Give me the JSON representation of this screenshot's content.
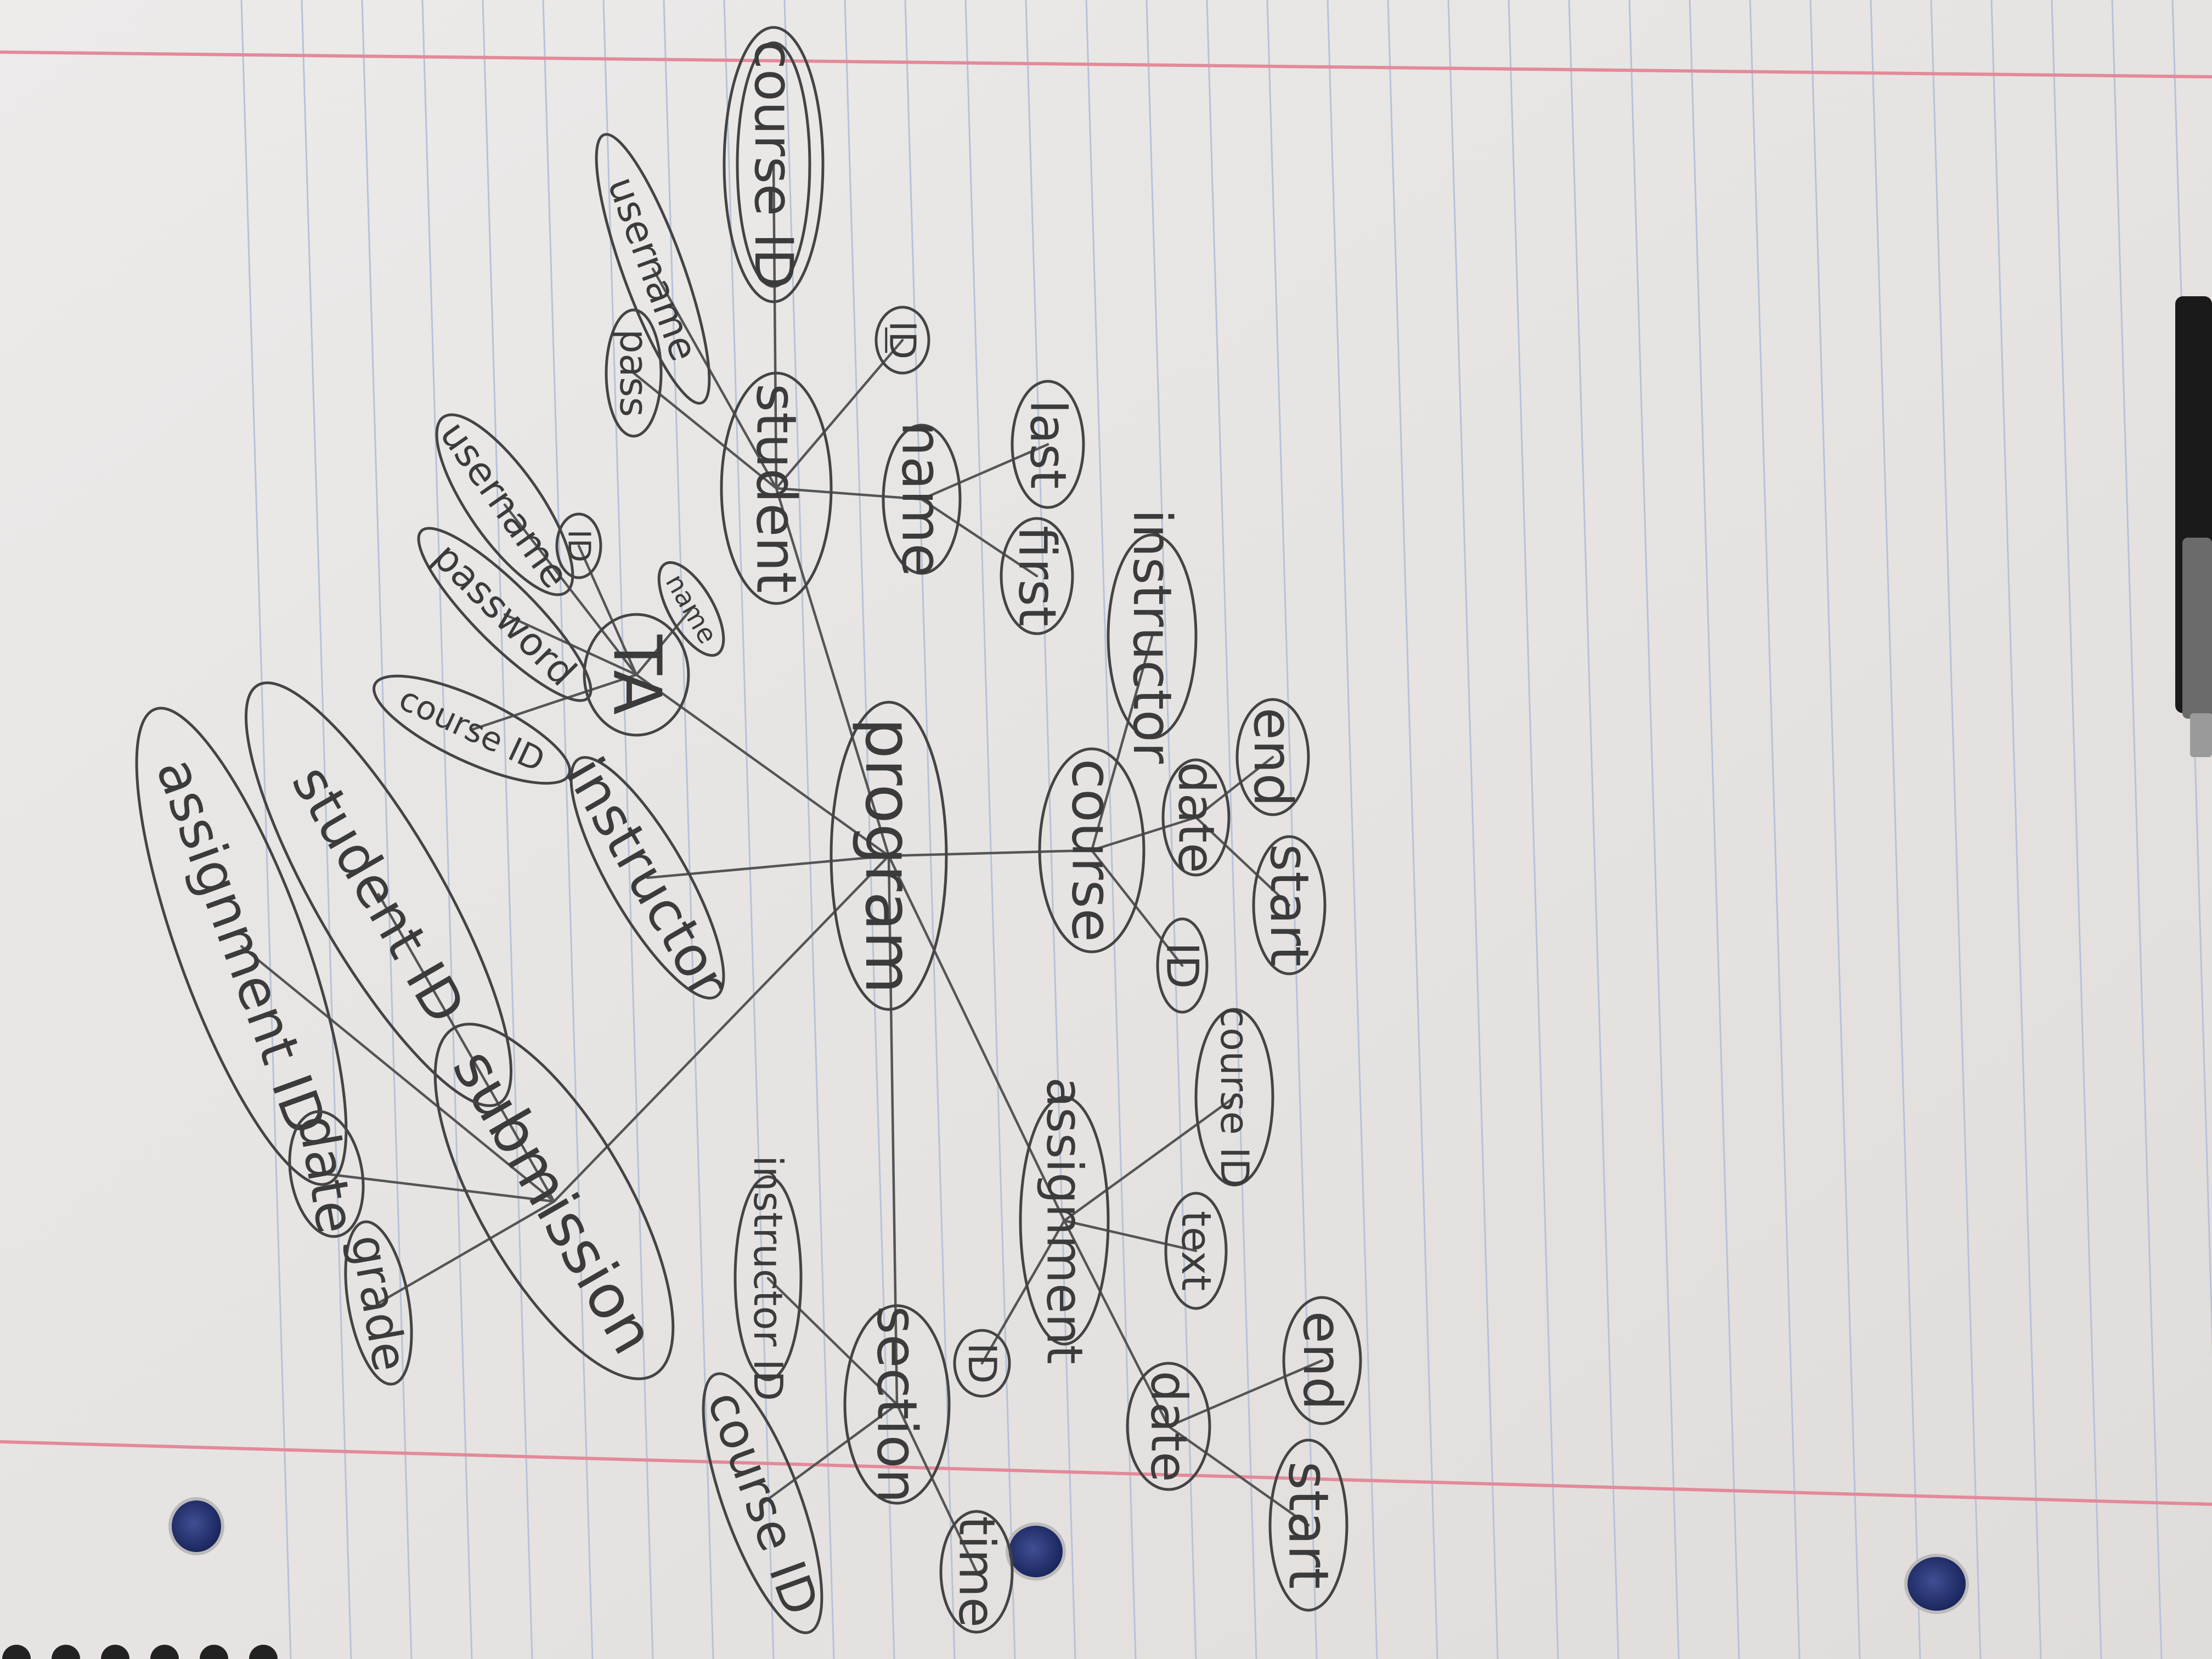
{
  "diagram": {
    "type": "entity-relationship",
    "nodes": [
      {
        "id": "program",
        "label": "program",
        "kind": "entity"
      },
      {
        "id": "student",
        "label": "student",
        "kind": "entity"
      },
      {
        "id": "student_course_id",
        "label": "course ID",
        "kind": "multivalued-attribute"
      },
      {
        "id": "student_username",
        "label": "username",
        "kind": "attribute"
      },
      {
        "id": "student_pass",
        "label": "pass",
        "kind": "attribute"
      },
      {
        "id": "student_id",
        "label": "ID",
        "kind": "key-attribute"
      },
      {
        "id": "student_name",
        "label": "name",
        "kind": "attribute"
      },
      {
        "id": "name_first",
        "label": "first",
        "kind": "attribute"
      },
      {
        "id": "name_last",
        "label": "last",
        "kind": "attribute"
      },
      {
        "id": "ta",
        "label": "TA",
        "kind": "entity"
      },
      {
        "id": "ta_id",
        "label": "ID",
        "kind": "attribute"
      },
      {
        "id": "ta_username",
        "label": "username",
        "kind": "attribute"
      },
      {
        "id": "ta_password",
        "label": "password",
        "kind": "attribute"
      },
      {
        "id": "ta_course_id",
        "label": "course ID",
        "kind": "attribute"
      },
      {
        "id": "ta_name",
        "label": "name",
        "kind": "attribute"
      },
      {
        "id": "instructor_top",
        "label": "instructor",
        "kind": "entity"
      },
      {
        "id": "course",
        "label": "course",
        "kind": "entity"
      },
      {
        "id": "course_instructor",
        "label": "instructor",
        "kind": "attribute"
      },
      {
        "id": "course_date",
        "label": "date",
        "kind": "attribute"
      },
      {
        "id": "course_date_end",
        "label": "end",
        "kind": "attribute"
      },
      {
        "id": "course_date_start",
        "label": "start",
        "kind": "attribute"
      },
      {
        "id": "course_id",
        "label": "ID",
        "kind": "attribute"
      },
      {
        "id": "submission",
        "label": "submission",
        "kind": "entity"
      },
      {
        "id": "sub_student_id",
        "label": "student ID",
        "kind": "attribute"
      },
      {
        "id": "sub_assignment_id",
        "label": "assignment ID",
        "kind": "attribute"
      },
      {
        "id": "sub_date",
        "label": "date",
        "kind": "attribute"
      },
      {
        "id": "sub_grade",
        "label": "grade",
        "kind": "attribute"
      },
      {
        "id": "section",
        "label": "section",
        "kind": "entity"
      },
      {
        "id": "sec_instructor_id",
        "label": "instructor ID",
        "kind": "attribute"
      },
      {
        "id": "sec_course_id",
        "label": "course ID",
        "kind": "attribute"
      },
      {
        "id": "sec_time",
        "label": "time",
        "kind": "attribute"
      },
      {
        "id": "assignment",
        "label": "assignment",
        "kind": "entity"
      },
      {
        "id": "asg_course_id",
        "label": "course ID",
        "kind": "attribute"
      },
      {
        "id": "asg_text",
        "label": "text",
        "kind": "attribute"
      },
      {
        "id": "asg_id",
        "label": "ID",
        "kind": "attribute"
      },
      {
        "id": "asg_date",
        "label": "date",
        "kind": "attribute"
      },
      {
        "id": "asg_date_end",
        "label": "end",
        "kind": "attribute"
      },
      {
        "id": "asg_date_start",
        "label": "start",
        "kind": "attribute"
      }
    ],
    "edges": [
      [
        "program",
        "student"
      ],
      [
        "program",
        "ta"
      ],
      [
        "program",
        "instructor_top"
      ],
      [
        "program",
        "course"
      ],
      [
        "program",
        "submission"
      ],
      [
        "program",
        "section"
      ],
      [
        "program",
        "assignment"
      ],
      [
        "student",
        "student_course_id"
      ],
      [
        "student",
        "student_username"
      ],
      [
        "student",
        "student_pass"
      ],
      [
        "student",
        "student_id"
      ],
      [
        "student",
        "student_name"
      ],
      [
        "student_name",
        "name_first"
      ],
      [
        "student_name",
        "name_last"
      ],
      [
        "ta",
        "ta_id"
      ],
      [
        "ta",
        "ta_username"
      ],
      [
        "ta",
        "ta_password"
      ],
      [
        "ta",
        "ta_course_id"
      ],
      [
        "ta",
        "ta_name"
      ],
      [
        "course",
        "course_instructor"
      ],
      [
        "course",
        "course_date"
      ],
      [
        "course",
        "course_id"
      ],
      [
        "course_date",
        "course_date_end"
      ],
      [
        "course_date",
        "course_date_start"
      ],
      [
        "submission",
        "sub_student_id"
      ],
      [
        "submission",
        "sub_assignment_id"
      ],
      [
        "submission",
        "sub_date"
      ],
      [
        "submission",
        "sub_grade"
      ],
      [
        "section",
        "sec_instructor_id"
      ],
      [
        "section",
        "sec_course_id"
      ],
      [
        "section",
        "sec_time"
      ],
      [
        "assignment",
        "asg_course_id"
      ],
      [
        "assignment",
        "asg_text"
      ],
      [
        "assignment",
        "asg_id"
      ],
      [
        "assignment",
        "asg_date"
      ],
      [
        "asg_date",
        "asg_date_end"
      ],
      [
        "asg_date",
        "asg_date_start"
      ]
    ]
  }
}
